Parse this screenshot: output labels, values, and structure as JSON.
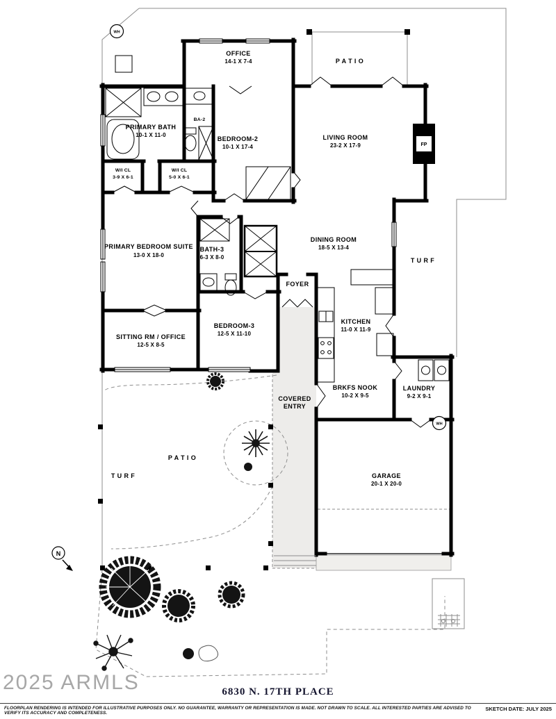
{
  "title": "6830 N. 17TH PLACE",
  "watermark": "2025 ARMLS",
  "footer": {
    "disclaimer": "FLOORPLAN RENDERING IS INTENDED FOR ILLUSTRATIVE PURPOSES ONLY.  NO GUARANTEE, WARRANTY OR REPRESENTATION IS MADE.  NOT DRAWN TO SCALE.  ALL INTERESTED PARTIES ARE ADVISED TO VERIFY ITS ACCURACY AND COMPLETENESS.",
    "sketch_date": "SKETCH DATE:  JULY 2025"
  },
  "compass": {
    "north": "N"
  },
  "markers": {
    "fireplace": "FP",
    "water_heater_1": "WH",
    "water_heater_2": "WH"
  },
  "rooms": {
    "office": {
      "name": "OFFICE",
      "dims": "14-1 X 7-4"
    },
    "patio_top": {
      "name": "P A T I O"
    },
    "primary_bath": {
      "name": "PRIMARY BATH",
      "dims": "10-1 X 11-0"
    },
    "ba2": {
      "name": "BA-2"
    },
    "bedroom2": {
      "name": "BEDROOM-2",
      "dims": "10-1 X 17-4"
    },
    "living_room": {
      "name": "LIVING ROOM",
      "dims": "23-2 X 17-9"
    },
    "wi_closet_1": {
      "name": "W/I CL",
      "dims": "3-9 X 6-1"
    },
    "wi_closet_2": {
      "name": "W/I CL",
      "dims": "5-0 X 6-1"
    },
    "primary_bedroom": {
      "name": "PRIMARY BEDROOM SUITE",
      "dims": "13-0 X 18-0"
    },
    "bath3": {
      "name": "BATH-3",
      "dims": "6-3 X 8-0"
    },
    "dining_room": {
      "name": "DINING ROOM",
      "dims": "18-5 X 13-4"
    },
    "turf_right": {
      "name": "T U R F"
    },
    "foyer": {
      "name": "FOYER"
    },
    "kitchen": {
      "name": "KITCHEN",
      "dims": "11-0 X 11-9"
    },
    "sitting_room": {
      "name": "SITTING RM / OFFICE",
      "dims": "12-5 X 8-5"
    },
    "bedroom3": {
      "name": "BEDROOM-3",
      "dims": "12-5 X 11-10"
    },
    "covered_entry": {
      "line1": "COVERED",
      "line2": "ENTRY"
    },
    "brkfs_nook": {
      "name": "BRKFS NOOK",
      "dims": "10-2 X 9-5"
    },
    "laundry": {
      "name": "LAUNDRY",
      "dims": "9-2 X 9-1"
    },
    "garage": {
      "name": "GARAGE",
      "dims": "20-1 X 20-0"
    },
    "patio_bottom": {
      "name": "P A T I O"
    },
    "turf_left": {
      "name": "T U R F"
    }
  }
}
